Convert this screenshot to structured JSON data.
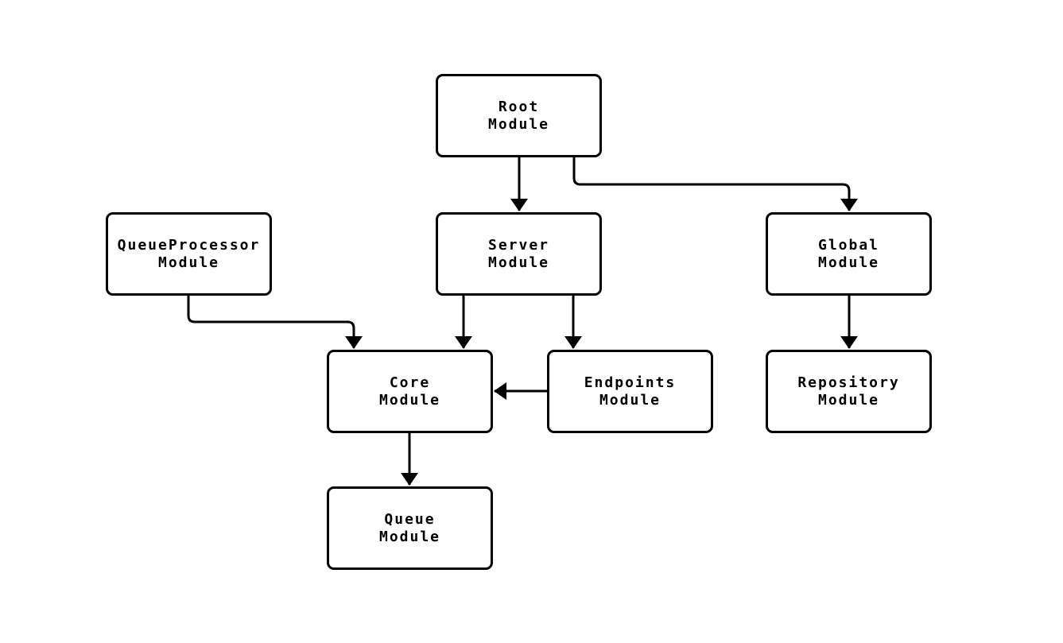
{
  "diagram": {
    "background_color": "#ffffff",
    "stroke_color": "#000000",
    "text_color": "#000000",
    "node_fill_color": "#ffffff",
    "nodes": [
      {
        "id": "root",
        "label": "Root\nModule"
      },
      {
        "id": "queue-processor",
        "label": "QueueProcessor\nModule"
      },
      {
        "id": "server",
        "label": "Server\nModule"
      },
      {
        "id": "global",
        "label": "Global\nModule"
      },
      {
        "id": "core",
        "label": "Core\nModule"
      },
      {
        "id": "endpoints",
        "label": "Endpoints\nModule"
      },
      {
        "id": "repository",
        "label": "Repository\nModule"
      },
      {
        "id": "queue",
        "label": "Queue\nModule"
      }
    ],
    "edges": [
      {
        "from": "root",
        "to": "server"
      },
      {
        "from": "root",
        "to": "global"
      },
      {
        "from": "queue-processor",
        "to": "core"
      },
      {
        "from": "server",
        "to": "core"
      },
      {
        "from": "server",
        "to": "endpoints"
      },
      {
        "from": "endpoints",
        "to": "core"
      },
      {
        "from": "global",
        "to": "repository"
      },
      {
        "from": "core",
        "to": "queue"
      }
    ]
  }
}
